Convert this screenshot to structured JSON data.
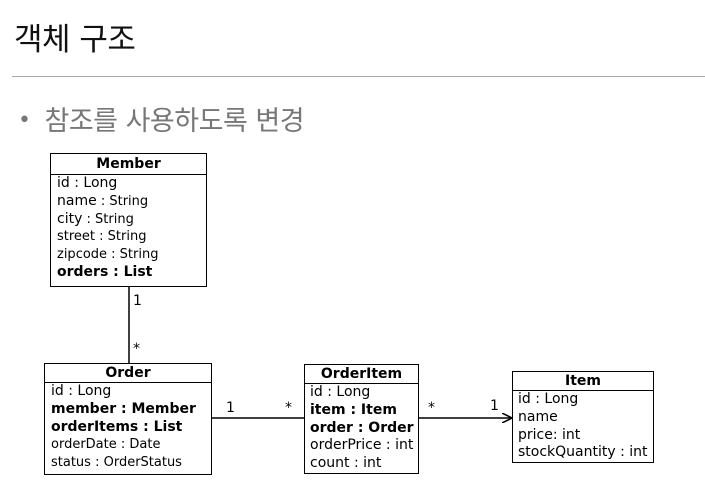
{
  "title": "객체 구조",
  "bullet": "참조를 사용하도록 변경",
  "classes": {
    "member": {
      "name": "Member",
      "fields": [
        {
          "n": "id : Long",
          "t": ""
        },
        {
          "n": "name",
          "t": " : String"
        },
        {
          "n": "city",
          "t": " : String"
        },
        {
          "n": "street : String",
          "t": ""
        },
        {
          "n": "zipcode : String",
          "t": ""
        },
        {
          "n": "orders : List",
          "t": ""
        }
      ]
    },
    "order": {
      "name": "Order",
      "fields": [
        {
          "n": "id : Long",
          "t": ""
        },
        {
          "n": "member : Member",
          "t": ""
        },
        {
          "n": "orderItems : List",
          "t": ""
        },
        {
          "n": "orderDate",
          "t": " : Date"
        },
        {
          "n": "status : OrderStatus",
          "t": ""
        }
      ]
    },
    "orderitem": {
      "name": "OrderItem",
      "fields": [
        {
          "n": "id : Long",
          "t": ""
        },
        {
          "n": "item : Item",
          "t": ""
        },
        {
          "n": "order : Order",
          "t": ""
        },
        {
          "n": "orderPrice : int",
          "t": ""
        },
        {
          "n": "count : int",
          "t": ""
        }
      ]
    },
    "item": {
      "name": "Item",
      "fields": [
        {
          "n": "id : Long",
          "t": ""
        },
        {
          "n": "name",
          "t": ""
        },
        {
          "n": "price: int",
          "t": ""
        },
        {
          "n": "stockQuantity : int",
          "t": ""
        }
      ]
    }
  },
  "multiplicities": {
    "member_order_top": "1",
    "member_order_bottom": "*",
    "order_orderitem_left": "1",
    "order_orderitem_right": "*",
    "orderitem_item_left": "*",
    "orderitem_item_right": "1"
  }
}
